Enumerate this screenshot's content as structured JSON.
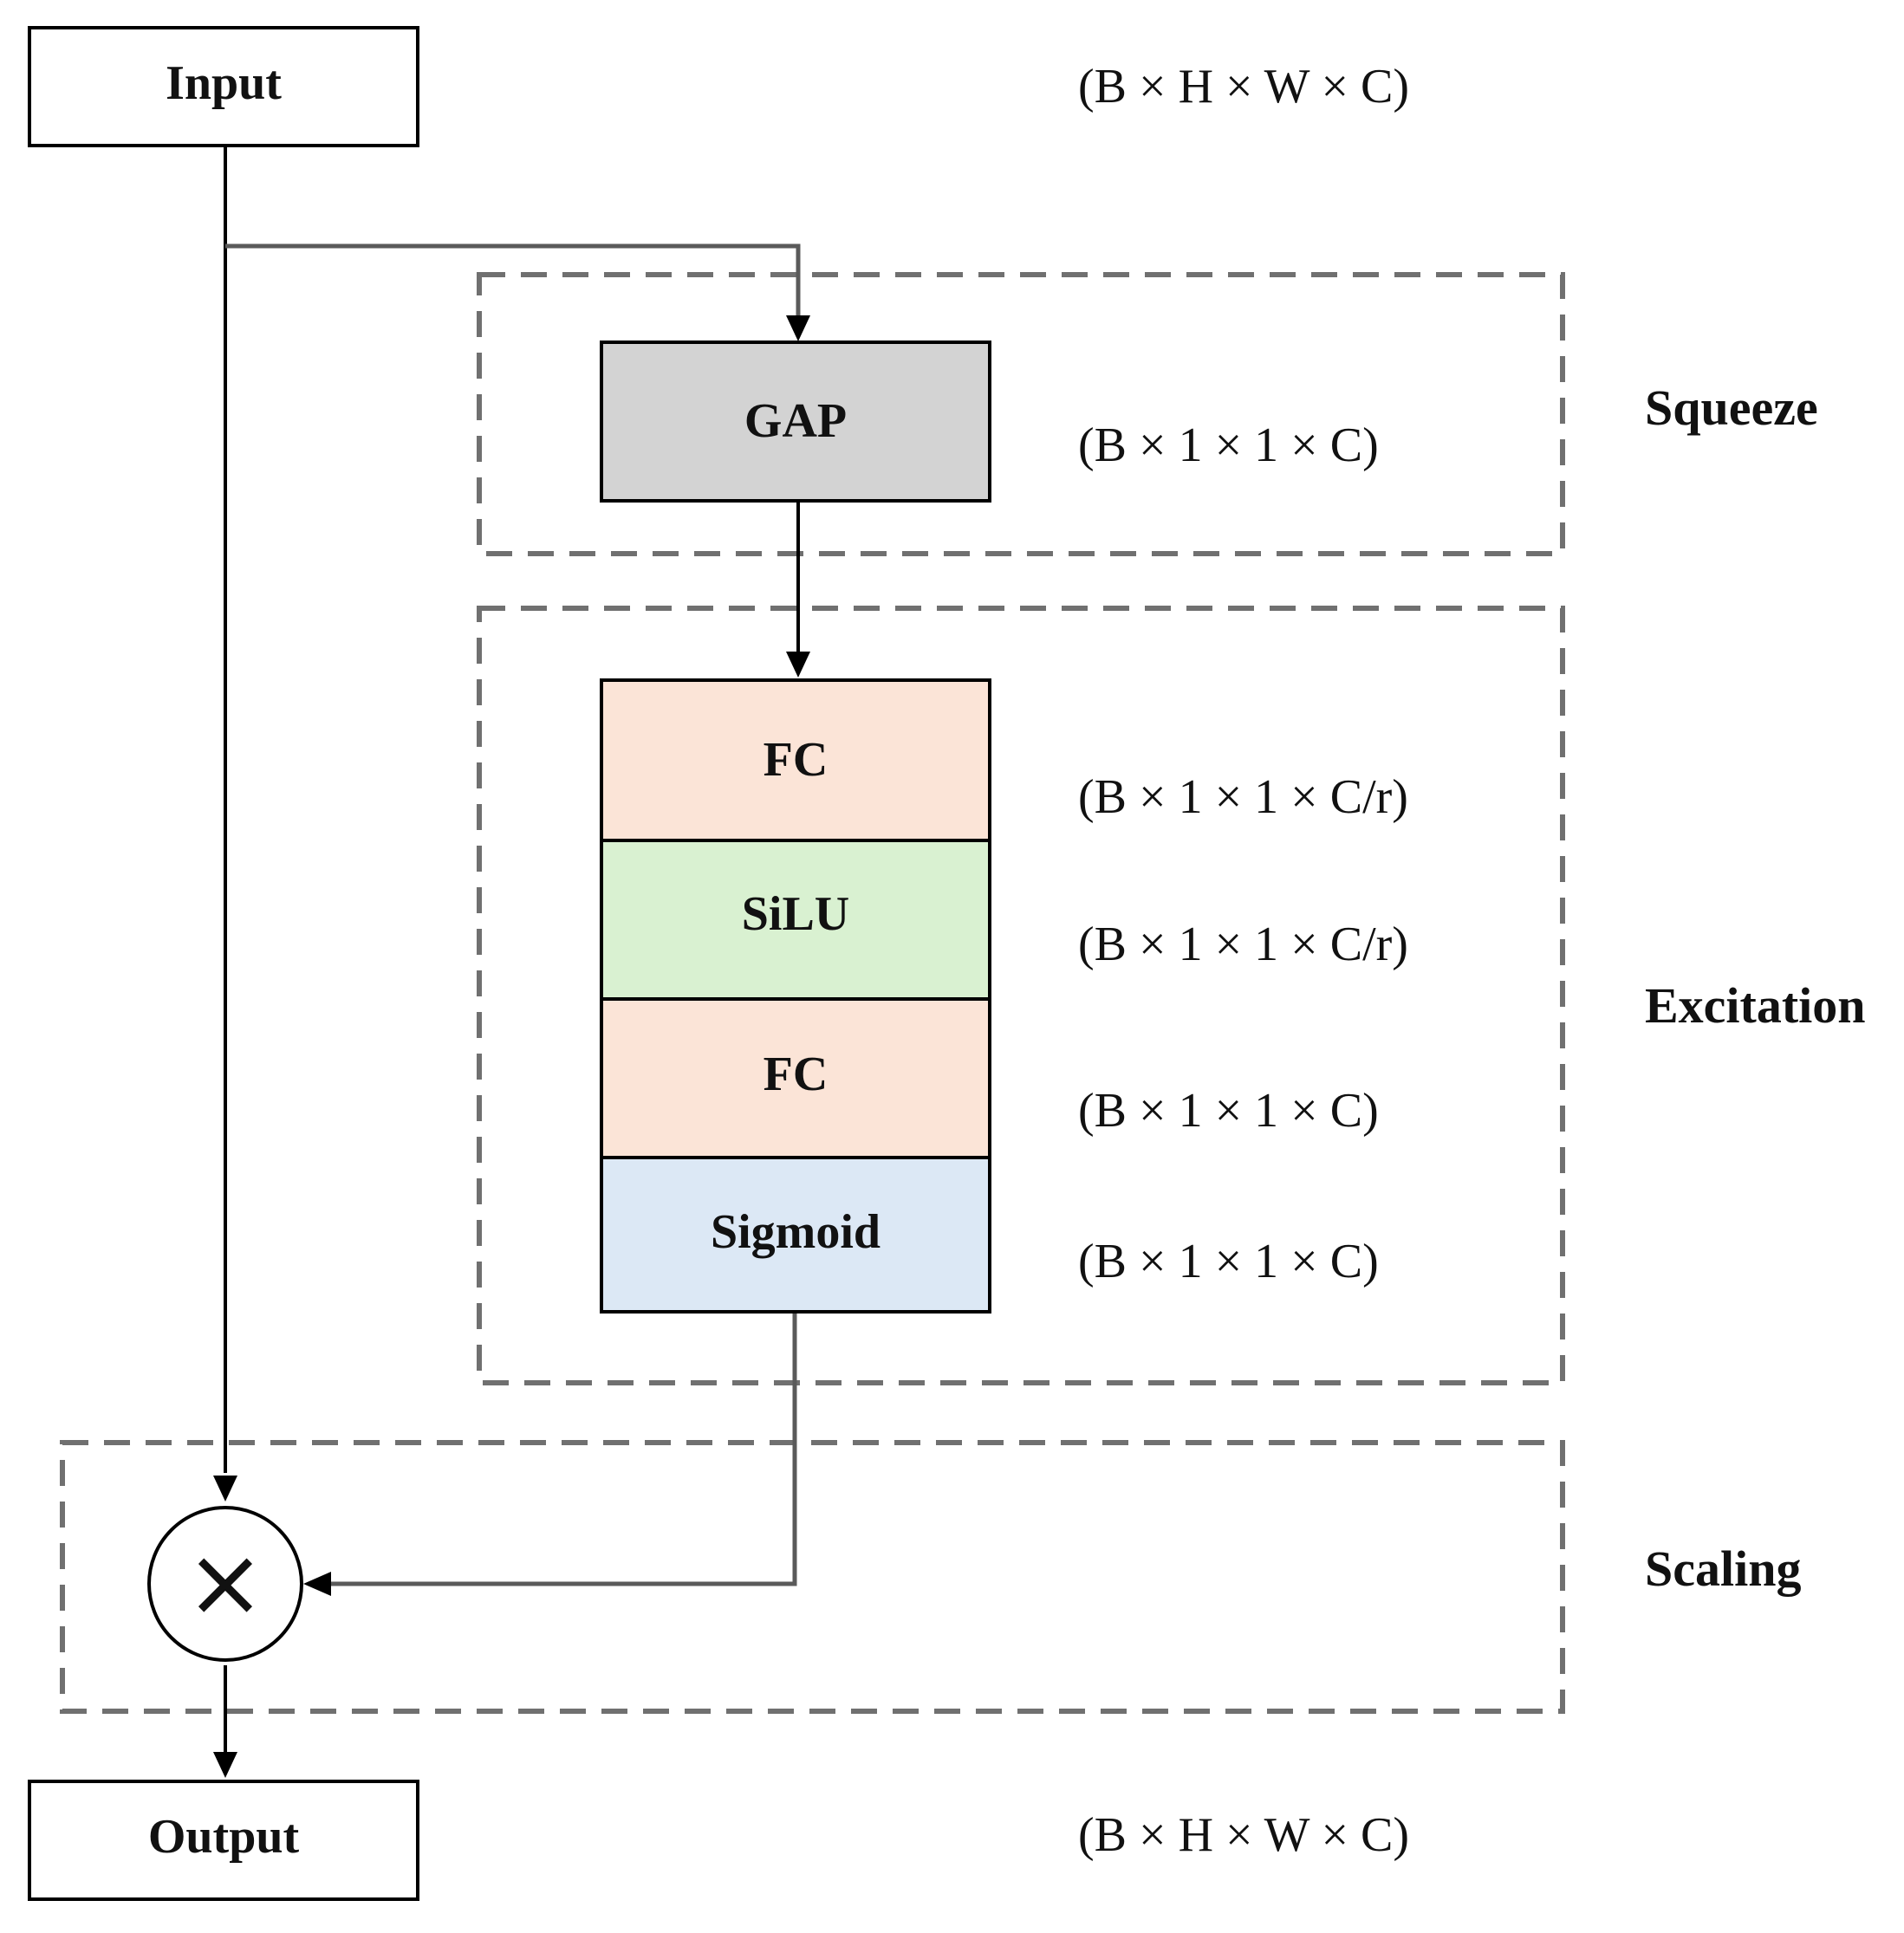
{
  "nodes": {
    "input": "Input",
    "gap": "GAP",
    "fc1": "FC",
    "silu": "SiLU",
    "fc2": "FC",
    "sigmoid": "Sigmoid",
    "output": "Output",
    "multiply_symbol": "×"
  },
  "shapes": {
    "input": "(B × H × W × C)",
    "gap": "(B × 1 × 1 × C)",
    "fc1": "(B × 1 × 1 × C/r)",
    "silu": "(B × 1 × 1 × C/r)",
    "fc2": "(B × 1 × 1 × C)",
    "sigmoid": "(B × 1 × 1 × C)",
    "output": "(B × H × W × C)"
  },
  "sections": {
    "squeeze": "Squeeze",
    "excitation": "Excitation",
    "scaling": "Scaling"
  },
  "colors": {
    "gap_fill": "#d3d3d3",
    "fc_fill": "#fbe4d7",
    "silu_fill": "#d9f1d1",
    "sigmoid_fill": "#dce8f5",
    "dashed_border": "#707070"
  }
}
